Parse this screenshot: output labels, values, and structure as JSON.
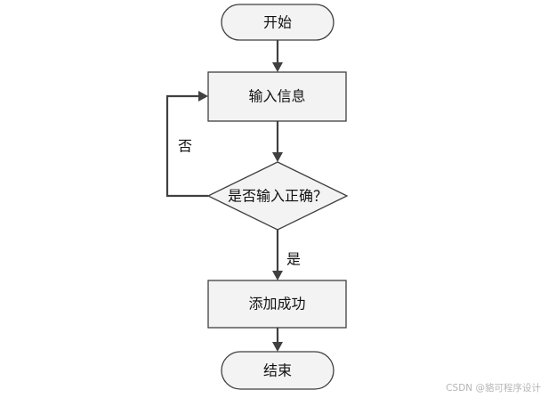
{
  "nodes": {
    "start": "开始",
    "input": "输入信息",
    "decision": "是否输入正确？",
    "success": "添加成功",
    "end": "结束"
  },
  "edges": {
    "no_label": "否",
    "yes_label": "是"
  },
  "watermark": "CSDN @貉可程序设计",
  "colors": {
    "shape_fill": "#f3f3f3",
    "shape_stroke": "#3f3f3f",
    "connector": "#404040",
    "text": "#111111",
    "watermark": "#b5b5b5"
  }
}
